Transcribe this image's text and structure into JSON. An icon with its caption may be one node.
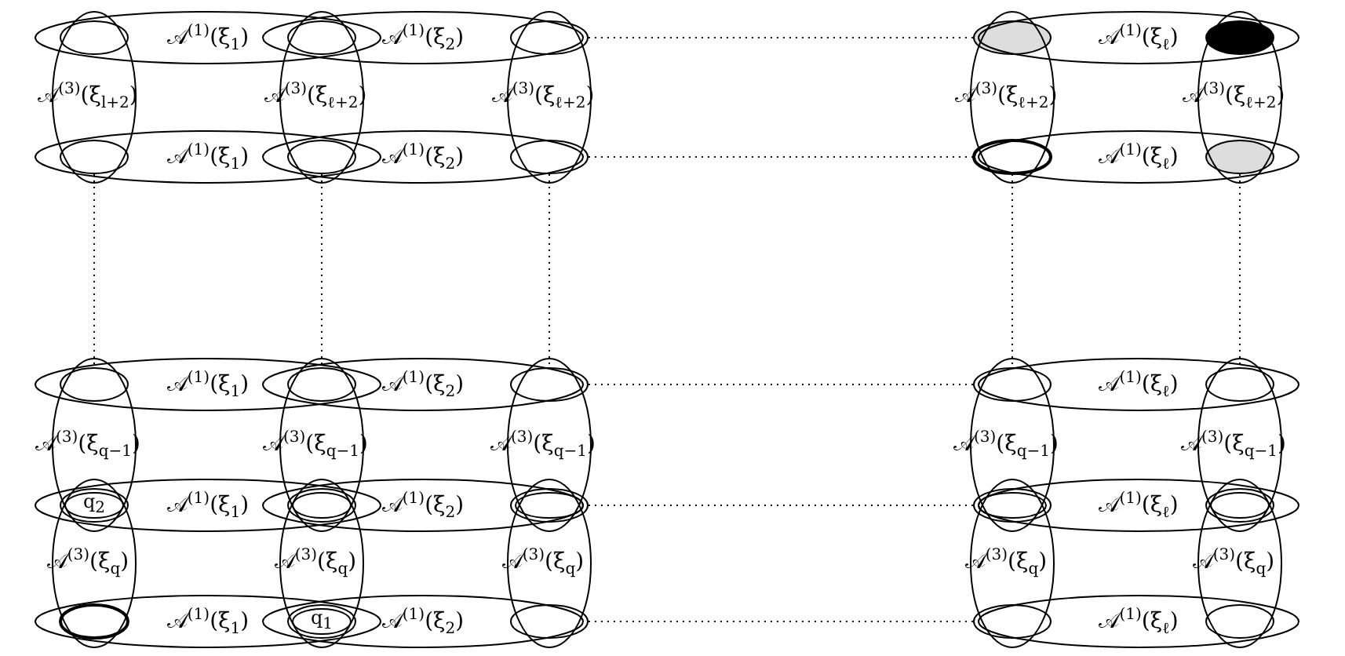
{
  "diagram": {
    "nodes": [
      {
        "text": [],
        "shape": "ellipse"
      },
      {
        "text": [],
        "shape": "ellipse"
      },
      {
        "text": [],
        "shape": "ellipse"
      },
      {
        "text": [],
        "shape": "ellipse"
      },
      {
        "text": [],
        "shape": "ellipse"
      },
      {
        "text": [],
        "shape": "ellipse"
      },
      {
        "text": [],
        "shape": "ellipse"
      },
      {
        "text": [],
        "shape": "ellipse"
      },
      {
        "text": [],
        "shape": "ellipse"
      },
      {
        "text": [],
        "shape": "ellipse"
      },
      {
        "text": [],
        "shape": "ellipse"
      },
      {
        "text": [],
        "shape": "ellipse"
      },
      {
        "text": [],
        "shape": "ellipse"
      },
      {
        "text": [],
        "shape": "ellipse"
      },
      {
        "text": [],
        "shape": "ellipse"
      },
      {
        "text": [
          "q$_{2}$"
        ]
      },
      {
        "text": [],
        "shape": "ellipse"
      },
      {
        "text": [],
        "shape": "ellipse"
      },
      {
        "text": [],
        "shape": "ellipse"
      },
      {
        "text": [],
        "shape": "ellipse"
      },
      {
        "text": [],
        "shape": "ellipse"
      },
      {
        "text": [
          "q$_{1}$"
        ]
      },
      {
        "text": [],
        "shape": "ellipse"
      },
      {
        "text": [],
        "shape": "ellipse"
      },
      {
        "text": [],
        "shape": "ellipse"
      },
      {
        "text": [
          "𝒜$^{(1)}$(ξ$_{1}$)"
        ]
      },
      {
        "text": [
          "𝒜$^{(1)}$(ξ$_{2}$)"
        ]
      },
      {
        "text": [
          "𝒜$^{(1)}$(ξ$_{ℓ}$)"
        ]
      },
      {
        "text": [
          "𝒜$^{(1)}$(ξ$_{1}$)"
        ]
      },
      {
        "text": [
          "𝒜$^{(1)}$(ξ$_{2}$)"
        ]
      },
      {
        "text": [
          "𝒜$^{(1)}$(ξ$_{ℓ}$)"
        ]
      },
      {
        "text": [
          "𝒜$^{(1)}$(ξ$_{1}$)"
        ]
      },
      {
        "text": [
          "𝒜$^{(1)}$(ξ$_{2}$)"
        ]
      },
      {
        "text": [
          "𝒜$^{(1)}$(ξ$_{ℓ}$)"
        ]
      },
      {
        "text": [
          "𝒜$^{(1)}$(ξ$_{1}$)"
        ]
      },
      {
        "text": [
          "𝒜$^{(1)}$(ξ$_{2}$)"
        ]
      },
      {
        "text": [
          "𝒜$^{(1)}$(ξ$_{ℓ}$)"
        ]
      },
      {
        "text": [
          "𝒜$^{(1)}$(ξ$_{1}$)"
        ]
      },
      {
        "text": [
          "𝒜$^{(1)}$(ξ$_{2}$)"
        ]
      },
      {
        "text": [
          "𝒜$^{(1)}$(ξ$_{ℓ}$)"
        ]
      },
      {
        "text": [
          "𝒜$^{(3)}$(ξ$_{l+2}$)"
        ]
      },
      {
        "text": [
          "𝒜$^{(3)}$(ξ$_{ℓ+2}$)"
        ]
      },
      {
        "text": [
          "𝒜$^{(3)}$(ξ$_{ℓ+2}$)"
        ]
      },
      {
        "text": [
          "𝒜$^{(3)}$(ξ$_{ℓ+2}$)"
        ]
      },
      {
        "text": [
          "𝒜$^{(3)}$(ξ$_{ℓ+2}$)"
        ]
      },
      {
        "text": [
          "𝒜$^{(3)}$(ξ$_{q−1}$)"
        ]
      },
      {
        "text": [
          "𝒜$^{(3)}$(ξ$_{q−1}$)"
        ]
      },
      {
        "text": [
          "𝒜$^{(3)}$(ξ$_{q−1}$)"
        ]
      },
      {
        "text": [
          "𝒜$^{(3)}$(ξ$_{q−1}$)"
        ]
      },
      {
        "text": [
          "𝒜$^{(3)}$(ξ$_{q−1}$)"
        ]
      },
      {
        "text": [
          "𝒜$^{(3)}$(ξ$_{q}$)"
        ]
      },
      {
        "text": [
          "𝒜$^{(3)}$(ξ$_{q}$)"
        ]
      },
      {
        "text": [
          "𝒜$^{(3)}$(ξ$_{q}$)"
        ]
      },
      {
        "text": [
          "𝒜$^{(3)}$(ξ$_{q}$)"
        ]
      },
      {
        "text": [
          "𝒜$^{(3)}$(ξ$_{q}$)"
        ]
      }
    ],
    "edges": [
      {
        "from": 2,
        "to": 3,
        "arrow": "none",
        "style": "dashed"
      },
      {
        "from": 7,
        "to": 8,
        "arrow": "none",
        "style": "dashed"
      },
      {
        "from": 12,
        "to": 13,
        "arrow": "none",
        "style": "dashed"
      },
      {
        "from": 17,
        "to": 18,
        "arrow": "none",
        "style": "dashed"
      },
      {
        "from": 22,
        "to": 23,
        "arrow": "none",
        "style": "dashed"
      },
      {
        "from": 5,
        "to": 10,
        "arrow": "none",
        "style": "dashed"
      },
      {
        "from": 6,
        "to": 11,
        "arrow": "none",
        "style": "dashed"
      },
      {
        "from": 7,
        "to": 12,
        "arrow": "none",
        "style": "dashed"
      },
      {
        "from": 8,
        "to": 13,
        "arrow": "none",
        "style": "dashed"
      },
      {
        "from": 9,
        "to": 14,
        "arrow": "none",
        "style": "dashed"
      }
    ]
  }
}
